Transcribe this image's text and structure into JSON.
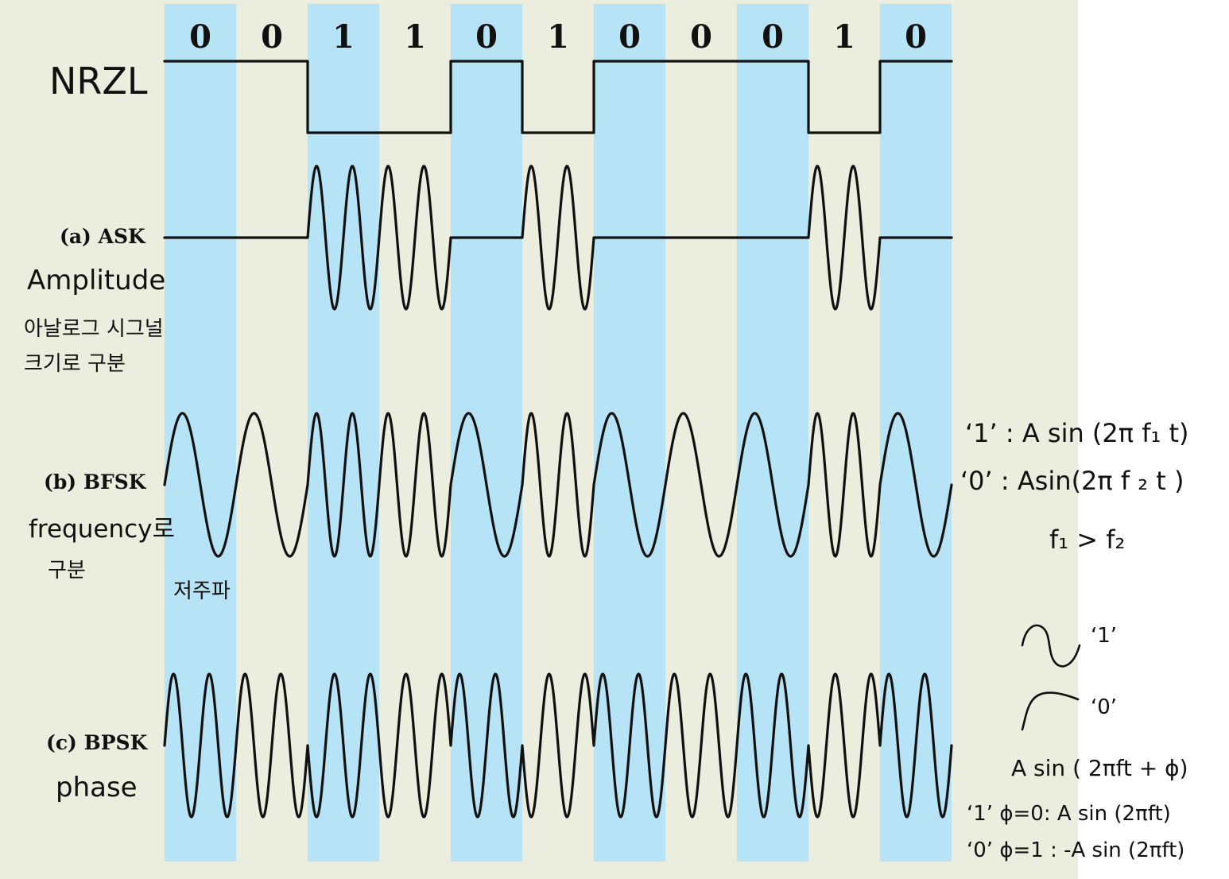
{
  "colors": {
    "page_background": "#ebeedf",
    "right_margin": "#ffffff",
    "highlight_band": "#b7e3f6",
    "ink": "#111111"
  },
  "bits": [
    "0",
    "0",
    "1",
    "1",
    "0",
    "1",
    "0",
    "0",
    "0",
    "1",
    "0"
  ],
  "rows": {
    "nrzl": {
      "label": "NRZL"
    },
    "ask": {
      "label": "(a) ASK",
      "notes": [
        "Amplitude",
        "아날로그 시그널",
        "크기로 구분"
      ]
    },
    "bfsk": {
      "label": "(b) BFSK",
      "notes": [
        "frequency로",
        "구분"
      ],
      "low_freq_note": "저주파"
    },
    "bpsk": {
      "label": "(c) BPSK",
      "notes": [
        "phase"
      ]
    }
  },
  "bfsk_formulas": {
    "one": "‘1’ : A sin (2π f₁ t)",
    "zero": "‘0’ : Asin(2π f ₂ t )",
    "relation": "f₁ > f₂"
  },
  "bpsk_sketch": {
    "one_label": "‘1’",
    "zero_label": "‘0’"
  },
  "bpsk_formulas": {
    "general": "A sin ( 2πft + ϕ)",
    "one": "‘1’ ϕ=0: A sin (2πft)",
    "zero": "‘0’ ϕ=1 : -A sin (2πft)"
  }
}
